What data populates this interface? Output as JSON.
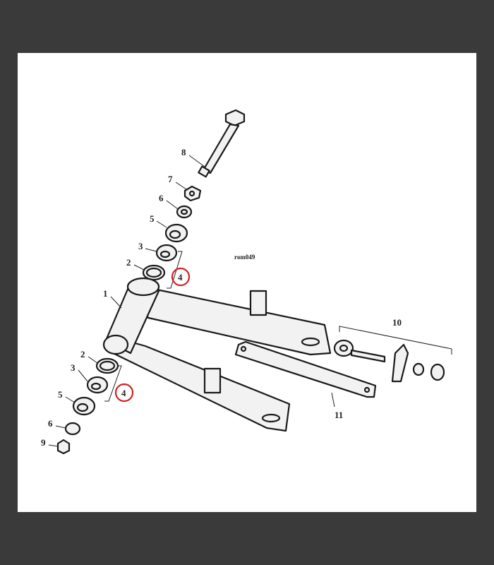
{
  "diagram": {
    "code": "rom049",
    "labels": {
      "l8": "8",
      "l7": "7",
      "l6a": "6",
      "l5a": "5",
      "l3a": "3",
      "l2a": "2",
      "l4a": "4",
      "l1": "1",
      "l2b": "2",
      "l3b": "3",
      "l4b": "4",
      "l5b": "5",
      "l6b": "6",
      "l9": "9",
      "l10": "10",
      "l11": "11"
    },
    "highlight_color": "#d42020"
  }
}
